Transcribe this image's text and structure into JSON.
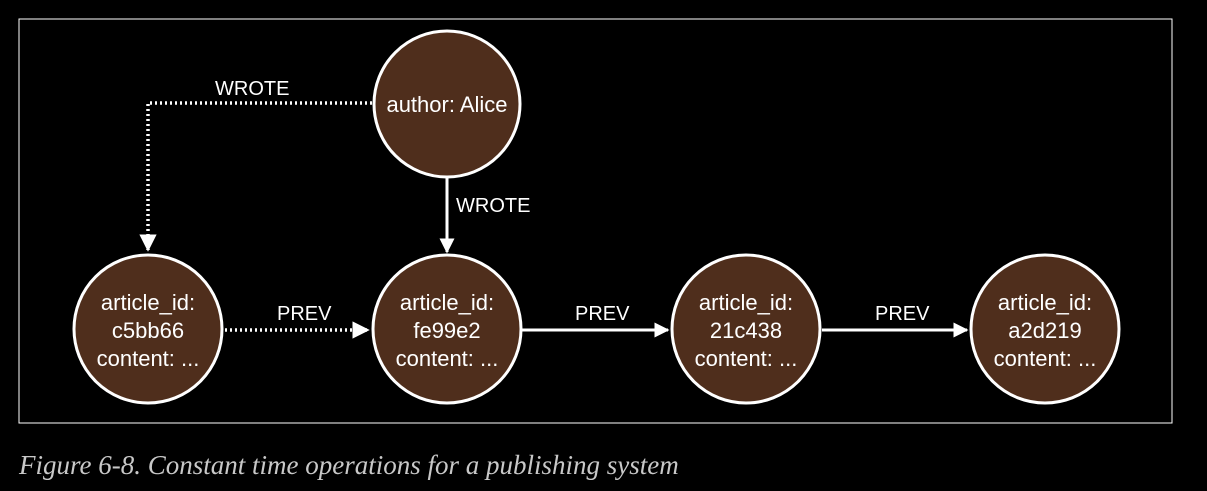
{
  "nodes": {
    "author": {
      "label": "author: Alice"
    },
    "article1": {
      "line1": "article_id:",
      "line2": "c5bb66",
      "line3": "content: ..."
    },
    "article2": {
      "line1": "article_id:",
      "line2": "fe99e2",
      "line3": "content: ..."
    },
    "article3": {
      "line1": "article_id:",
      "line2": "21c438",
      "line3": "content: ..."
    },
    "article4": {
      "line1": "article_id:",
      "line2": "a2d219",
      "line3": "content: ..."
    }
  },
  "edges": {
    "wrote_dotted": "WROTE",
    "wrote_solid": "WROTE",
    "prev_1_2": "PREV",
    "prev_2_3": "PREV",
    "prev_3_4": "PREV"
  },
  "caption": "Figure 6-8. Constant time operations for a publishing system",
  "colors": {
    "node_fill": "#4f2e1c",
    "stroke": "#ffffff",
    "background": "#000000"
  }
}
